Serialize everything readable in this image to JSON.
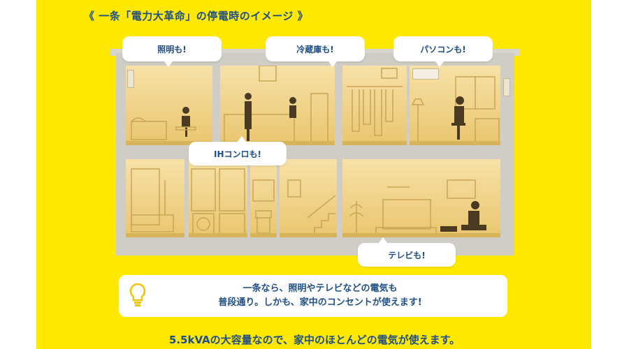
{
  "title": "《 一条「電力大革命」の停電時のイメージ 》",
  "bubbles": {
    "lighting": "照明も!",
    "fridge": "冷蔵庫も!",
    "pc": "パソコンも!",
    "ih": "IHコンロも!",
    "tv": "テレビも!"
  },
  "message": {
    "line1": "一条なら、照明やテレビなどの電気も",
    "line2": "普段通り。しかも、家中のコンセントが使えます!"
  },
  "bottom_text": "5.5kVAの大容量なので、家中のほとんどの電気が使えます。",
  "icons": [
    "light-bulb-icon"
  ],
  "colors": {
    "background": "#ffe900",
    "text": "#1f4f86",
    "room_light": "#f7e1a7"
  }
}
